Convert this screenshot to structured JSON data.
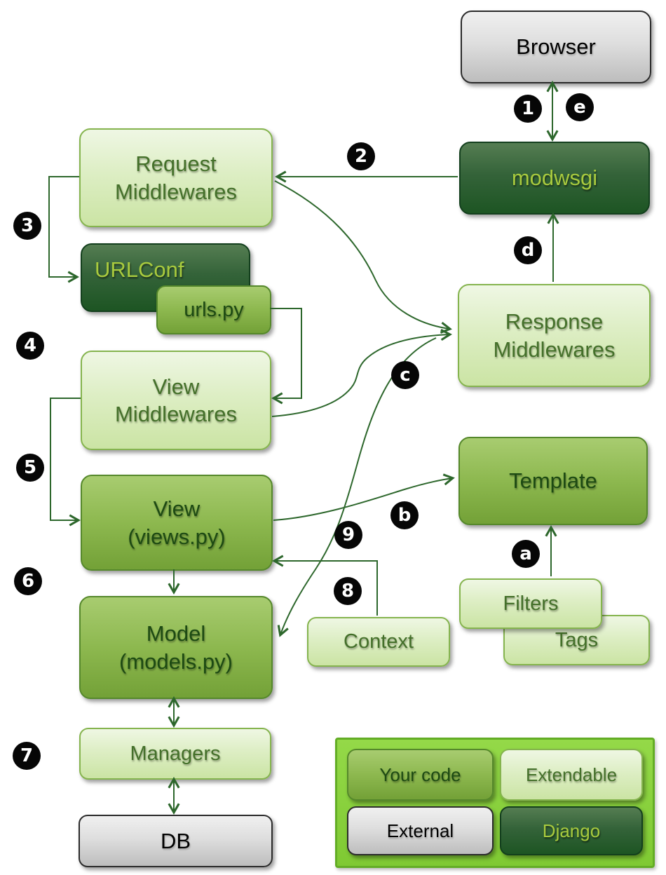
{
  "nodes": {
    "browser": {
      "label": "Browser",
      "type": "external"
    },
    "modwsgi": {
      "label": "modwsgi",
      "type": "django"
    },
    "request_middlewares": {
      "label": "Request\nMiddlewares",
      "type": "extendable"
    },
    "urlconf": {
      "label": "URLConf",
      "type": "django"
    },
    "urls_py": {
      "label": "urls.py",
      "type": "your_code"
    },
    "view_middlewares": {
      "label": "View\nMiddlewares",
      "type": "extendable"
    },
    "view": {
      "label": "View\n(views.py)",
      "type": "your_code"
    },
    "model": {
      "label": "Model\n(models.py)",
      "type": "your_code"
    },
    "managers": {
      "label": "Managers",
      "type": "extendable"
    },
    "db": {
      "label": "DB",
      "type": "external"
    },
    "response_middlewares": {
      "label": "Response\nMiddlewares",
      "type": "extendable"
    },
    "template": {
      "label": "Template",
      "type": "your_code"
    },
    "filters": {
      "label": "Filters",
      "type": "extendable"
    },
    "tags": {
      "label": "Tags",
      "type": "extendable"
    },
    "context": {
      "label": "Context",
      "type": "extendable"
    }
  },
  "markers": {
    "n1": "1",
    "n2": "2",
    "n3": "3",
    "n4": "4",
    "n5": "5",
    "n6": "6",
    "n7": "7",
    "n8": "8",
    "n9": "9",
    "a": "a",
    "b": "b",
    "c": "c",
    "d": "d",
    "e": "e"
  },
  "edges": [
    {
      "step": "1",
      "from": "browser",
      "to": "modwsgi",
      "bidirectional": true
    },
    {
      "step": "2",
      "from": "modwsgi",
      "to": "request_middlewares"
    },
    {
      "step": "3",
      "from": "request_middlewares",
      "to": "urlconf"
    },
    {
      "step": "4",
      "from": "urls_py",
      "to": "view_middlewares"
    },
    {
      "step": "5",
      "from": "view_middlewares",
      "to": "view"
    },
    {
      "step": "6",
      "from": "view",
      "to": "model"
    },
    {
      "step": "7",
      "from": "model",
      "to": "managers",
      "bidirectional": true
    },
    {
      "step": "7",
      "from": "managers",
      "to": "db",
      "bidirectional": true
    },
    {
      "step": "8",
      "from": "context",
      "to": "view"
    },
    {
      "step": "9",
      "from": "response_middlewares_junction",
      "to": "model"
    },
    {
      "step": "a",
      "from": "filters",
      "to": "template"
    },
    {
      "step": "b",
      "from": "view",
      "to": "template"
    },
    {
      "step": "c",
      "from": "request_middlewares",
      "to": "response_middlewares"
    },
    {
      "step": "c",
      "from": "view_middlewares",
      "to": "response_middlewares"
    },
    {
      "step": "d",
      "from": "response_middlewares",
      "to": "modwsgi"
    },
    {
      "step": "e",
      "from": "modwsgi",
      "to": "browser"
    }
  ],
  "legend": {
    "items": [
      {
        "label": "Your code",
        "type": "your_code"
      },
      {
        "label": "Extendable",
        "type": "extendable"
      },
      {
        "label": "External",
        "type": "external"
      },
      {
        "label": "Django",
        "type": "django"
      }
    ]
  },
  "colors": {
    "your_code": "#8db84f",
    "extendable": "#ddeec4",
    "external": "#dedede",
    "django": "#2c5e2e",
    "legend_background": "#87d03a",
    "arrow": "#2d672c",
    "marker_background": "#060606",
    "marker_text": "#ffffff"
  }
}
